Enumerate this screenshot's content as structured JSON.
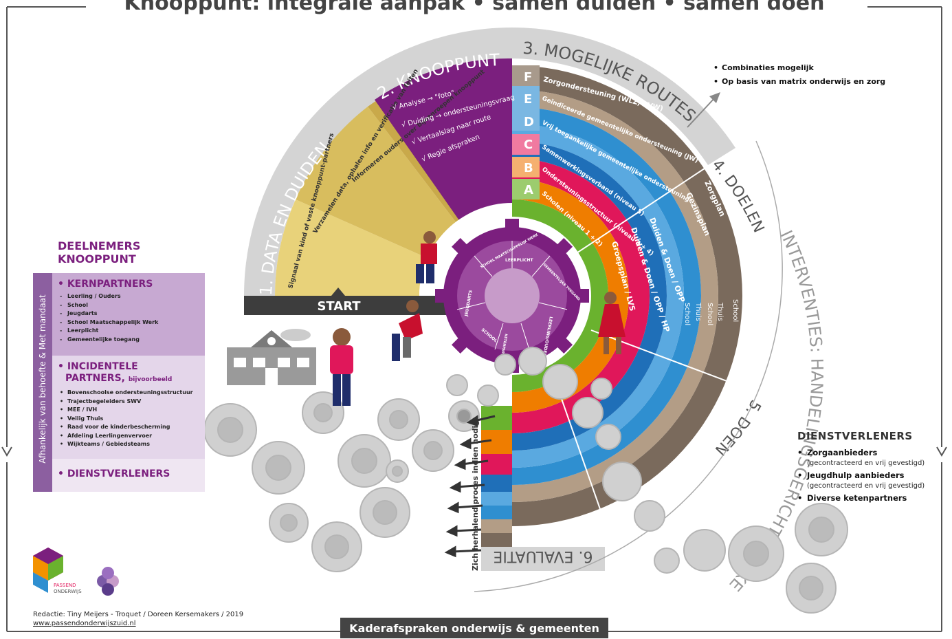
{
  "title": "Knooppunt: integrale aanpak • samen duiden • samen doen",
  "footer_bar": "Kaderafspraken onderwijs & gemeenten",
  "credits": {
    "line1": "Redactie: Tiny Meijers - Troquet / Doreen Kersemakers / 2019",
    "line2": "www.passendonderwijszuid.nl"
  },
  "logo": {
    "line1": "PASSEND",
    "line2": "ONDERWIJS"
  },
  "sections": {
    "s1": "1. DATA EN DUIDEN",
    "s2": "2. KNOOPPUNT",
    "s3": "3. MOGELIJKE ROUTES",
    "s4": "4. DOELEN",
    "s5": "5. DOEN",
    "s6": "6. EVALUATIE",
    "interventies": "INTERVENTIES: HANDELINGSGERICHT WERKEN",
    "start": "START",
    "cycle_note": "Zich herhalend proces indien nodig"
  },
  "data_steps": [
    "Signaal van kind of vaste knooppunt-partners",
    "Verzamelen data, ophalen info en verificatie van feiten",
    "Informeren ouders over bijeenroepen knooppunt"
  ],
  "knooppunt_steps": [
    "√ Analyse → \"foto\"",
    "√ Duiding → ondersteuningsvraag",
    "√ Vertaalslag naar route",
    "√ Regie afspraken"
  ],
  "routes": [
    {
      "letter": "F",
      "label": "Zorgondersteuning (WLZ, ZVW)",
      "color": "#7a6a5c"
    },
    {
      "letter": "E",
      "label": "Geïndiceerde gemeentelijke ondersteuning (JW)",
      "color": "#2f8fd0"
    },
    {
      "letter": "D",
      "label": "Vrij toegankelijke gemeentelijke ondersteuning",
      "color": "#2f8fd0"
    },
    {
      "letter": "C",
      "label": "Samenwerkingsverband (niveau 5)",
      "color": "#e0175a"
    },
    {
      "letter": "B",
      "label": "Ondersteuningsstructuur (niveau 3 + 4)",
      "color": "#ef7d00"
    },
    {
      "letter": "A",
      "label": "Scholen (niveau 1 + 2)",
      "color": "#6ab22e"
    }
  ],
  "goals": {
    "zorgplan": "Zorgplan",
    "gezinsplan": "Gezinsplan",
    "duiden_doen_opp": "Duiden & Doen / OPP",
    "duiden_doen_opp_hp": "Duiden & Doen / OPP / HP",
    "groepsplan": "Groepsplan / LVS"
  },
  "places": [
    "Thuis",
    "School",
    "Thuis",
    "School",
    "Thuis",
    "School"
  ],
  "gear_segments": [
    "JEUGDARTS",
    "SCHOOL MAATSCHAPPELIJK WERK",
    "LEERPLICHT",
    "GEMEENTELIJKE TOEGANG",
    "LEERLING/OUDERS",
    "KETENPARTNERS",
    "SCHOOL"
  ],
  "combinaties": [
    "Combinaties mogelijk",
    "Op basis van matrix onderwijs en zorg"
  ],
  "deelnemers": {
    "title_line1": "DEELNEMERS",
    "title_line2": "KNOOPPUNT",
    "side_label": "Afhankelijk van behoefte & Met mandaat",
    "kern_title": "• KERNPARTNERS",
    "kern_items": [
      "Leerling / Ouders",
      "School",
      "Jeugdarts",
      "School Maatschappelijk Werk",
      "Leerplicht",
      "Gemeentelijke toegang"
    ],
    "inc_title_1": "• INCIDENTELE",
    "inc_title_2": "PARTNERS,",
    "inc_title_3": "bijvoorbeeld",
    "inc_items": [
      "Bovenschoolse ondersteuningsstructuur",
      "Trajectbegeleiders SWV",
      "MEE / IVH",
      "Veilig Thuis",
      "Raad voor de kinderbescherming",
      "Afdeling Leerlingenvervoer",
      "Wijkteams / Gebiedsteams"
    ],
    "dv_title": "• DIENSTVERLENERS"
  },
  "dienstverleners": {
    "title": "DIENSTVERLENERS",
    "items": [
      {
        "name": "Zorgaanbieders",
        "sub": "(gecontracteerd en vrij gevestigd)"
      },
      {
        "name": "Jeugdhulp aanbieders",
        "sub": "(gecontracteerd en vrij gevestigd)"
      },
      {
        "name": "Diverse ketenpartners",
        "sub": ""
      }
    ]
  },
  "colors": {
    "purple": "#7b1f7e",
    "mustard": "#c9a94a",
    "yellow": "#e8d27a",
    "grey": "#d4d4d4",
    "green": "#6ab22e",
    "orange": "#ef7d00",
    "red": "#e0175a",
    "blue": "#2f8fd0",
    "lightblue": "#5aa9e0",
    "brown": "#7a6a5c",
    "tan": "#b39d86"
  }
}
